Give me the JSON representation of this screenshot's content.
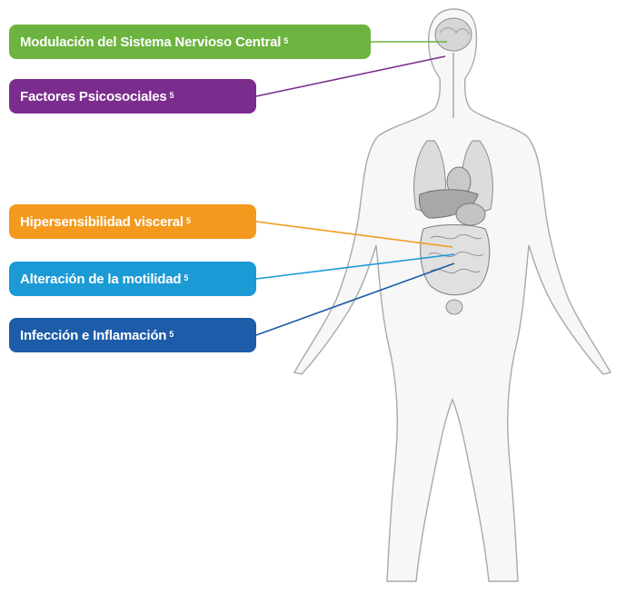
{
  "labels": [
    {
      "text": "Modulación del Sistema Nervioso Central",
      "ref": "5",
      "color": "#6cb43f"
    },
    {
      "text": "Factores Psicosociales",
      "ref": "5",
      "color": "#7b2d8e"
    },
    {
      "text": "Hipersensibilidad visceral",
      "ref": "5",
      "color": "#f39a1e"
    },
    {
      "text": "Alteración de la motilidad",
      "ref": "5",
      "color": "#1b9ad6"
    },
    {
      "text": "Infección e Inflamación",
      "ref": "5",
      "color": "#1c5ca8"
    }
  ],
  "icons": {
    "figure": "human-body-anatomy-icon"
  }
}
